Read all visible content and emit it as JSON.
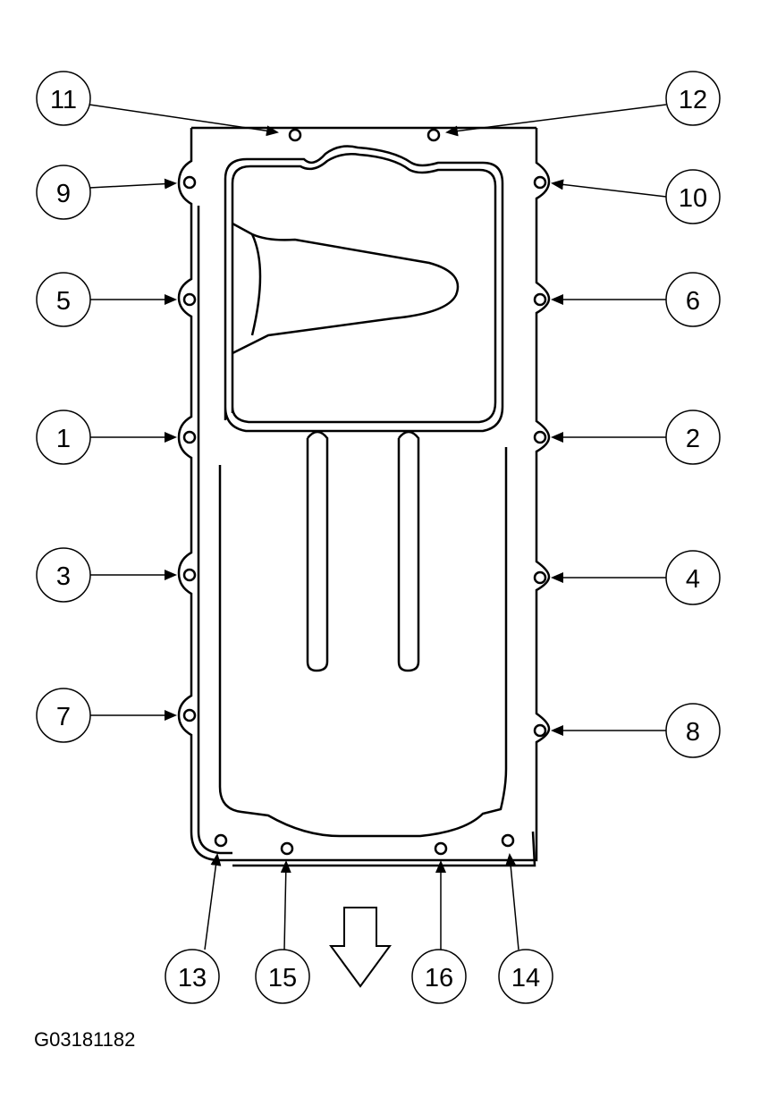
{
  "figure_id": "G03181182",
  "callouts": [
    "1",
    "2",
    "3",
    "4",
    "5",
    "6",
    "7",
    "8",
    "9",
    "10",
    "11",
    "12",
    "13",
    "14",
    "15",
    "16"
  ],
  "colors": {
    "line": "#000000",
    "background": "#ffffff",
    "callout_fill": "#ffffff"
  },
  "direction_icon": "down-arrow-icon"
}
